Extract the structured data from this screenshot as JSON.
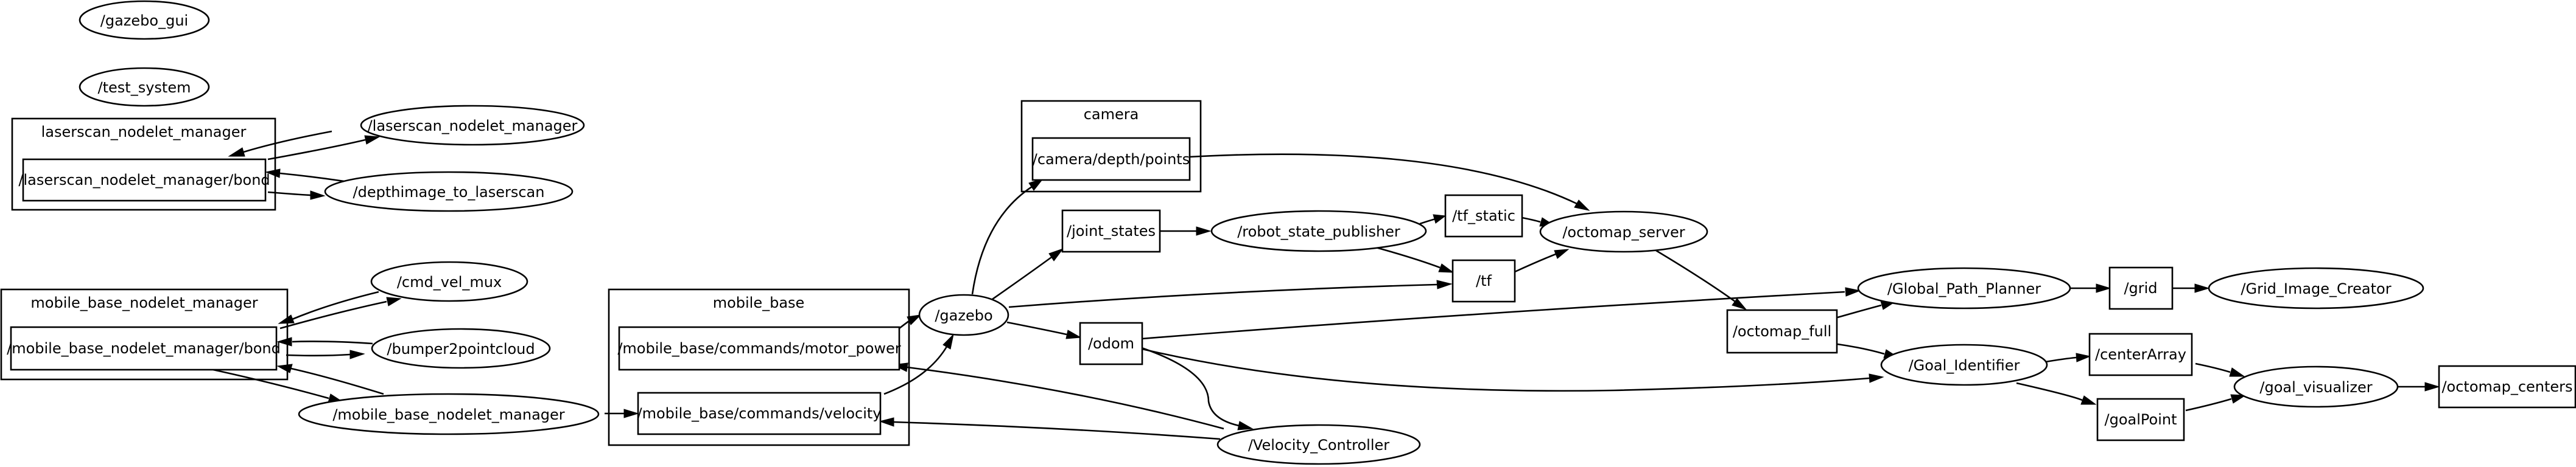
{
  "graph": {
    "nodes": {
      "gazebo_gui": "/gazebo_gui",
      "test_system": "/test_system",
      "laserscan_nodelet_manager": "/laserscan_nodelet_manager",
      "laserscan_bond": "/laserscan_nodelet_manager/bond",
      "depthimage_to_laserscan": "/depthimage_to_laserscan",
      "cmd_vel_mux": "/cmd_vel_mux",
      "mobile_base_bond": "/mobile_base_nodelet_manager/bond",
      "bumper2pointcloud": "/bumper2pointcloud",
      "mobile_base_nodelet_manager": "/mobile_base_nodelet_manager",
      "motor_power": "/mobile_base/commands/motor_power",
      "velocity": "/mobile_base/commands/velocity",
      "gazebo": "/gazebo",
      "camera_depth_points": "/camera/depth/points",
      "joint_states": "/joint_states",
      "odom": "/odom",
      "velocity_controller": "/Velocity_Controller",
      "robot_state_publisher": "/robot_state_publisher",
      "tf_static": "/tf_static",
      "tf": "/tf",
      "octomap_server": "/octomap_server",
      "octomap_full": "/octomap_full",
      "global_path_planner": "/Global_Path_Planner",
      "goal_identifier": "/Goal_Identifier",
      "grid": "/grid",
      "grid_image_creator": "/Grid_Image_Creator",
      "center_array": "/centerArray",
      "goal_point": "/goalPoint",
      "goal_visualizer": "/goal_visualizer",
      "octomap_centers": "/octomap_centers"
    },
    "clusters": {
      "laserscan_nodelet_manager": "laserscan_nodelet_manager",
      "mobile_base_nodelet_manager": "mobile_base_nodelet_manager",
      "mobile_base": "mobile_base",
      "camera": "camera"
    }
  }
}
